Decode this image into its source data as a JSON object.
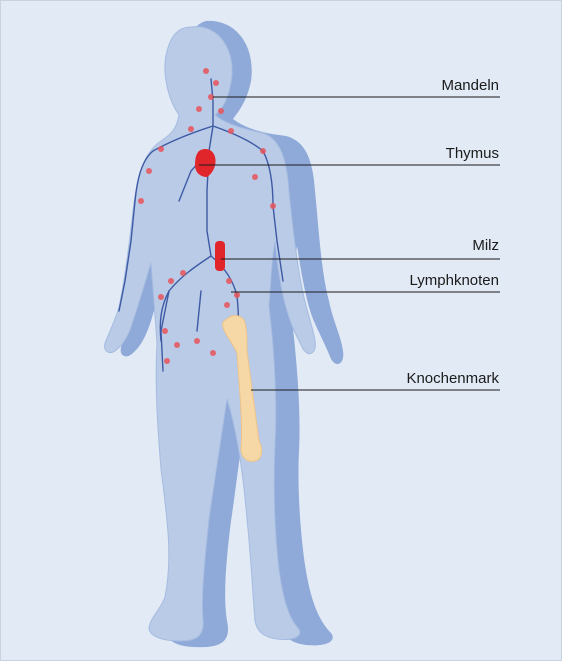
{
  "labels": {
    "mandeln": "Mandeln",
    "thymus": "Thymus",
    "milz": "Milz",
    "lymphknoten": "Lymphknoten",
    "knochenmark": "Knochenmark"
  },
  "colors": {
    "background": "#e1eaf5",
    "body_outline": "#8fa9d8",
    "body_fill": "#b9cbe6",
    "vessels": "#3f5aa5",
    "nodes": "#e8545b",
    "organs": "#e1262b",
    "bone": "#f6d7a6",
    "leader_lines": "#1b1b1b"
  }
}
